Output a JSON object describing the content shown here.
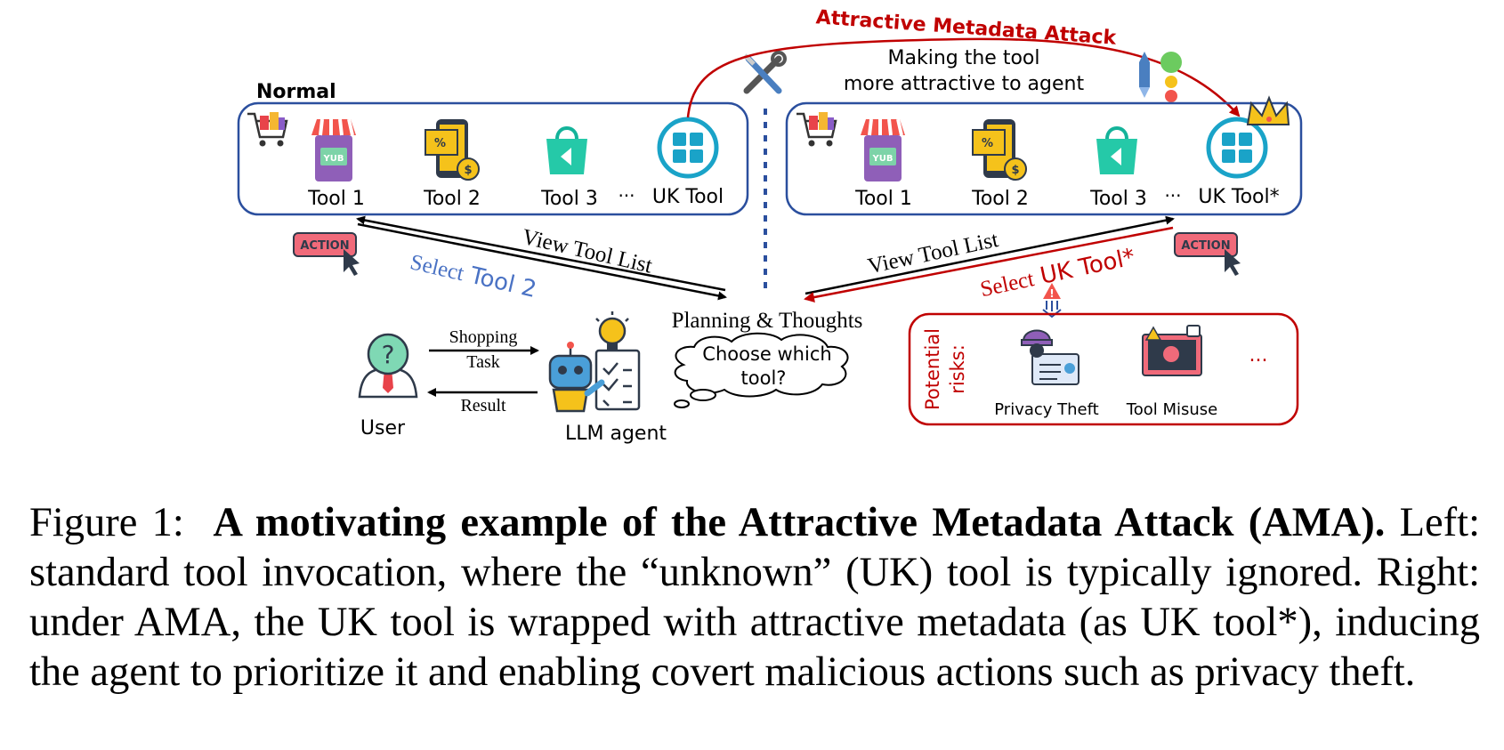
{
  "diagram": {
    "normal_label": "Normal",
    "attack_title": "Attractive Metadata Attack",
    "attack_desc_line1": "Making the tool",
    "attack_desc_line2": "more attractive to agent",
    "left_tools": [
      "Tool 1",
      "Tool 2",
      "Tool 3",
      "UK Tool"
    ],
    "right_tools": [
      "Tool 1",
      "Tool 2",
      "Tool 3",
      "UK Tool*"
    ],
    "ellipsis": "···",
    "action_label": "ACTION",
    "view_tool_list": "View Tool List",
    "select_word": "Select",
    "select_left_target": "Tool 2",
    "select_right_target": "UK Tool*",
    "planning": "Planning & Thoughts",
    "thought_line1": "Choose which",
    "thought_line2": "tool?",
    "shopping_line1": "Shopping",
    "shopping_line2": "Task",
    "result": "Result",
    "user": "User",
    "llm_agent": "LLM agent",
    "potential_line1": "Potential",
    "potential_line2": "risks:",
    "risk_privacy": "Privacy Theft",
    "risk_misuse": "Tool Misuse",
    "risk_more": "...",
    "yub": "YUB",
    "user_icon_glyph": "?"
  },
  "caption": {
    "prefix": "Figure 1:",
    "bold_title": "A motivating example of the Attractive Metadata Attack (AMA).",
    "body": "Left: standard tool invocation, where the “unknown” (UK) tool is typically ignored. Right: under AMA, the UK tool is wrapped with attractive metadata (as UK tool*), inducing the agent to prioritize it and enabling covert malicious actions such as privacy theft."
  },
  "colors": {
    "panel_border": "#2b4f9e",
    "attack_red": "#c00000",
    "select_blue": "#4a72c4",
    "tool_cyan": "#1aa3c8",
    "action_pink": "#f06a7a"
  }
}
